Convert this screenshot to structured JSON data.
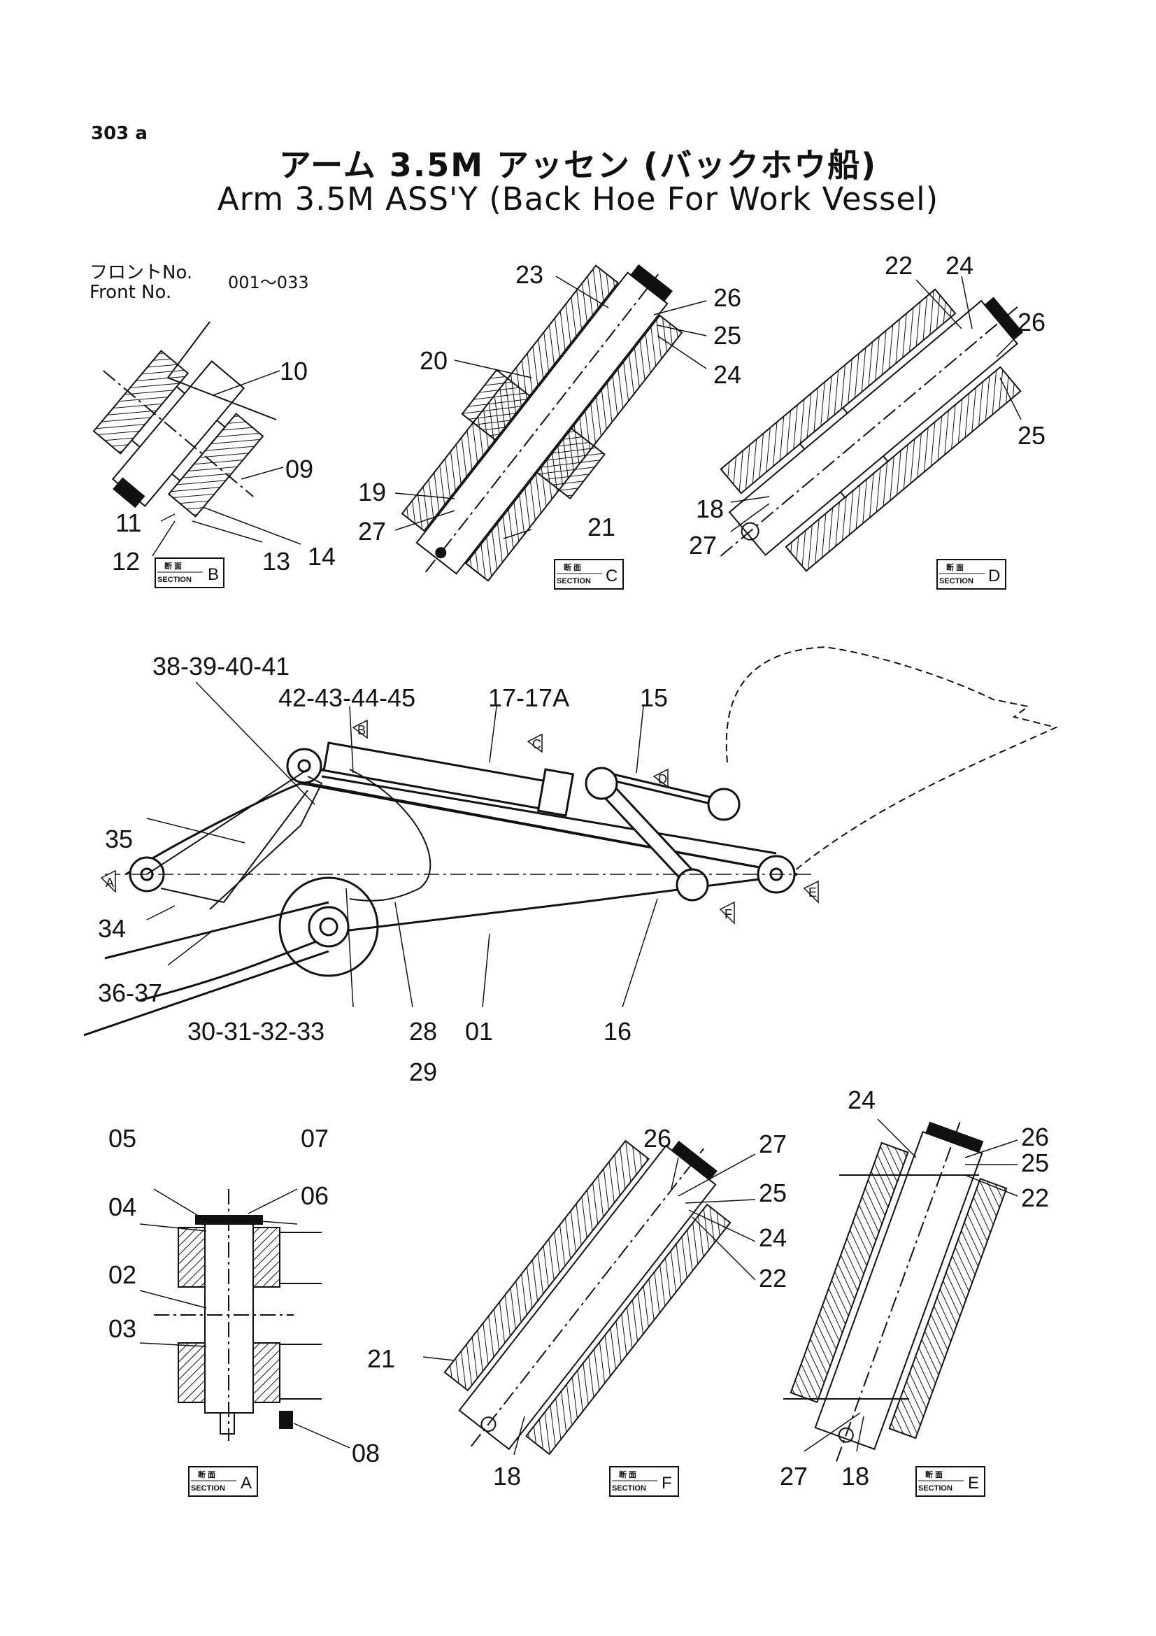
{
  "page_number": "303 a",
  "title_jp": "アーム 3.5M アッセン (バックホウ船)",
  "title_en": "Arm 3.5M ASS'Y (Back Hoe For Work Vessel)",
  "front_no": {
    "label_jp": "フロントNo.",
    "label_en": "Front No.",
    "range": "001～033"
  },
  "section_caption": {
    "jp": "断 面",
    "en": "SECTION"
  },
  "sections": [
    {
      "letter": "B",
      "labels": [
        "10",
        "09",
        "11",
        "12",
        "13",
        "14"
      ]
    },
    {
      "letter": "C",
      "labels": [
        "23",
        "26",
        "25",
        "24",
        "20",
        "19",
        "27",
        "21"
      ]
    },
    {
      "letter": "D",
      "labels": [
        "22",
        "24",
        "26",
        "25",
        "18",
        "27"
      ]
    },
    {
      "letter": "A",
      "labels": [
        "05",
        "07",
        "06",
        "04",
        "02",
        "03",
        "08"
      ]
    },
    {
      "letter": "F",
      "labels": [
        "26",
        "27",
        "25",
        "24",
        "22",
        "21",
        "18"
      ]
    },
    {
      "letter": "E",
      "labels": [
        "24",
        "26",
        "25",
        "22",
        "27",
        "18"
      ]
    }
  ],
  "main_view": {
    "labels": [
      "38-39-40-41",
      "42-43-44-45",
      "17-17A",
      "15",
      "35",
      "34",
      "36-37",
      "30-31-32-33",
      "28",
      "29",
      "01",
      "16"
    ],
    "section_marks": [
      "A",
      "B",
      "C",
      "D",
      "E",
      "F"
    ]
  }
}
